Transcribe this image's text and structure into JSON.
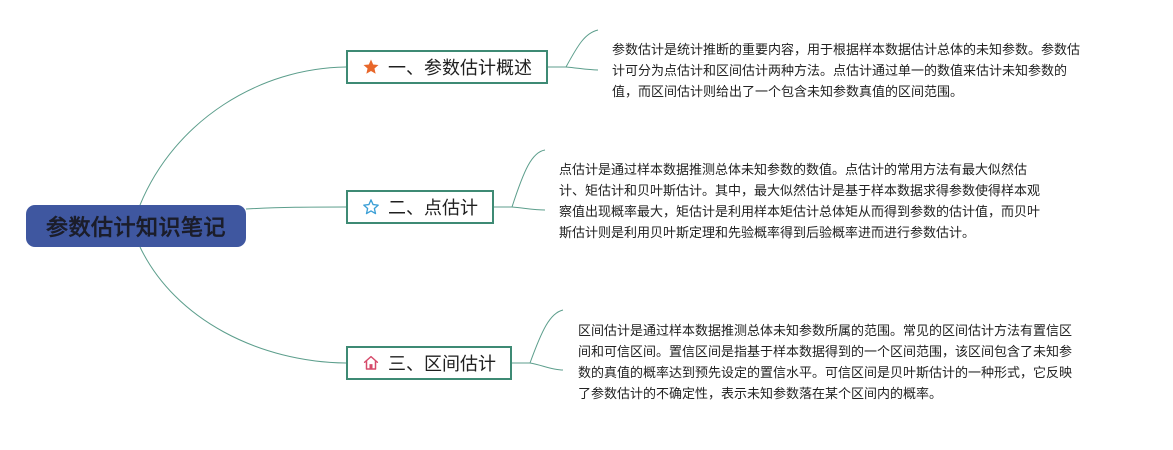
{
  "root": {
    "title": "参数估计知识笔记"
  },
  "branches": [
    {
      "label": "一、参数估计概述",
      "icon": "star-filled-icon",
      "icon_color": "#e8672a",
      "description": "参数估计是统计推断的重要内容，用于根据样本数据估计总体的未知参数。参数估计可分为点估计和区间估计两种方法。点估计通过单一的数值来估计未知参数的值，而区间估计则给出了一个包含未知参数真值的区间范围。"
    },
    {
      "label": "二、点估计",
      "icon": "star-outline-icon",
      "icon_color": "#3b9fd6",
      "description": "点估计是通过样本数据推测总体未知参数的数值。点估计的常用方法有最大似然估计、矩估计和贝叶斯估计。其中，最大似然估计是基于样本数据求得参数使得样本观察值出现概率最大，矩估计是利用样本矩估计总体矩从而得到参数的估计值，而贝叶斯估计则是利用贝叶斯定理和先验概率得到后验概率进而进行参数估计。"
    },
    {
      "label": "三、区间估计",
      "icon": "home-icon",
      "icon_color": "#d64a6a",
      "description": "区间估计是通过样本数据推测总体未知参数所属的范围。常见的区间估计方法有置信区间和可信区间。置信区间是指基于样本数据得到的一个区间范围，该区间包含了未知参数的真值的概率达到预先设定的置信水平。可信区间是贝叶斯估计的一种形式，它反映了参数估计的不确定性，表示未知参数落在某个区间内的概率。"
    }
  ],
  "colors": {
    "root_fill": "#3f57a0",
    "branch_border": "#3e8a74",
    "connector": "#5c9e8c"
  }
}
